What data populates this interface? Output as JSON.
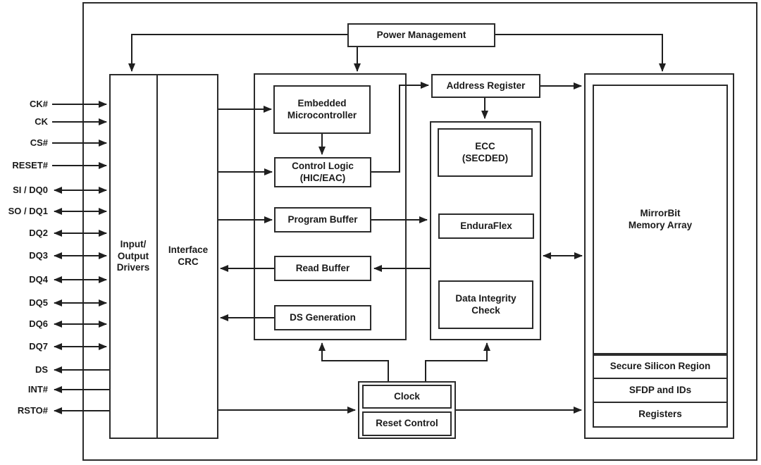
{
  "pins": [
    {
      "label": "CK#",
      "direction": "in"
    },
    {
      "label": "CK",
      "direction": "in"
    },
    {
      "label": "CS#",
      "direction": "in"
    },
    {
      "label": "RESET#",
      "direction": "in"
    },
    {
      "label": "SI / DQ0",
      "direction": "bidir"
    },
    {
      "label": "SO / DQ1",
      "direction": "bidir"
    },
    {
      "label": "DQ2",
      "direction": "bidir"
    },
    {
      "label": "DQ3",
      "direction": "bidir"
    },
    {
      "label": "DQ4",
      "direction": "bidir"
    },
    {
      "label": "DQ5",
      "direction": "bidir"
    },
    {
      "label": "DQ6",
      "direction": "bidir"
    },
    {
      "label": "DQ7",
      "direction": "bidir"
    },
    {
      "label": "DS",
      "direction": "out"
    },
    {
      "label": "INT#",
      "direction": "out"
    },
    {
      "label": "RSTO#",
      "direction": "out"
    }
  ],
  "blocks": {
    "power_management": "Power Management",
    "io_drivers": "Input/\nOutput\nDrivers",
    "interface_crc": "Interface\nCRC",
    "embedded_microcontroller": "Embedded\nMicrocontroller",
    "control_logic": "Control Logic\n(HIC/EAC)",
    "program_buffer": "Program Buffer",
    "read_buffer": "Read Buffer",
    "ds_generation": "DS Generation",
    "address_register": "Address Register",
    "ecc": "ECC\n(SECDED)",
    "enduraflex": "EnduraFlex",
    "data_integrity_check": "Data Integrity\nCheck",
    "mirrorbit_memory_array": "MirrorBit\nMemory Array",
    "secure_silicon_region": "Secure Silicon Region",
    "sfdp_and_ids": "SFDP and IDs",
    "registers": "Registers",
    "clock": "Clock",
    "reset_control": "Reset Control"
  },
  "colors": {
    "line": "#1f1f1f",
    "box_border": "#2b2b2b",
    "text": "#1a1a1a",
    "background": "#ffffff"
  }
}
